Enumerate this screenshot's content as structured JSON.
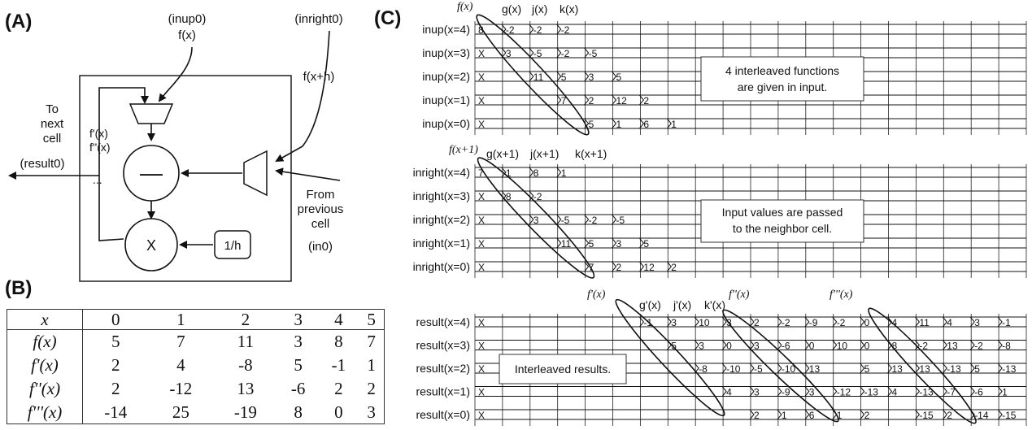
{
  "panel_labels": {
    "a": "(A)",
    "b": "(B)",
    "c": "(C)"
  },
  "cell_diagram": {
    "inup_port": "(inup0)",
    "inup_value": "f(x)",
    "inright_port": "(inright0)",
    "inright_value": "f(x+h)",
    "to_next": [
      "To",
      "next",
      "cell"
    ],
    "result_port": "(result0)",
    "derivatives": [
      "f'(x)",
      "f''(x)",
      "..."
    ],
    "subtract_symbol": "—",
    "multiply_symbol": "X",
    "step_box": "1/h",
    "from_prev": [
      "From",
      "previous",
      "cell"
    ],
    "in_port": "(in0)"
  },
  "table": {
    "header": [
      "x",
      "0",
      "1",
      "2",
      "3",
      "4",
      "5"
    ],
    "rows": [
      [
        "f(x)",
        "5",
        "7",
        "11",
        "3",
        "8",
        "7"
      ],
      [
        "f'(x)",
        "2",
        "4",
        "-8",
        "5",
        "-1",
        "1"
      ],
      [
        "f''(x)",
        "2",
        "-12",
        "13",
        "-6",
        "2",
        "2"
      ],
      [
        "f'''(x)",
        "-14",
        "25",
        "-19",
        "8",
        "0",
        "3"
      ]
    ]
  },
  "waveforms": {
    "inup": {
      "header": [
        "f(x)",
        "g(x)",
        "j(x)",
        "k(x)"
      ],
      "note": [
        "4 interleaved functions",
        "are given in input."
      ],
      "rows": [
        {
          "label": "inup(x=4)",
          "segs": [
            [
              "8",
              0
            ],
            [
              "-2",
              1
            ],
            [
              "-2",
              2
            ],
            [
              "-2",
              3
            ]
          ]
        },
        {
          "label": "inup(x=3)",
          "segs": [
            [
              "X",
              0
            ],
            [
              "3",
              1
            ],
            [
              "-5",
              2
            ],
            [
              "-2",
              3
            ],
            [
              "-5",
              4
            ]
          ]
        },
        {
          "label": "inup(x=2)",
          "segs": [
            [
              "X",
              0
            ],
            [
              "11",
              2
            ],
            [
              "5",
              3
            ],
            [
              "3",
              4
            ],
            [
              "5",
              5
            ]
          ]
        },
        {
          "label": "inup(x=1)",
          "segs": [
            [
              "X",
              0
            ],
            [
              "7",
              3
            ],
            [
              "2",
              4
            ],
            [
              "12",
              5
            ],
            [
              "2",
              6
            ]
          ]
        },
        {
          "label": "inup(x=0)",
          "segs": [
            [
              "X",
              0
            ],
            [
              "5",
              4
            ],
            [
              "1",
              5
            ],
            [
              "6",
              6
            ],
            [
              "1",
              7
            ]
          ]
        }
      ]
    },
    "inright": {
      "header": [
        "f(x+1)",
        "g(x+1)",
        "j(x+1)",
        "k(x+1)"
      ],
      "note": [
        "Input values are passed",
        "to the neighbor cell."
      ],
      "rows": [
        {
          "label": "inright(x=4)",
          "segs": [
            [
              "7",
              0
            ],
            [
              "1",
              1
            ],
            [
              "8",
              2
            ],
            [
              "1",
              3
            ]
          ]
        },
        {
          "label": "inright(x=3)",
          "segs": [
            [
              "X",
              0
            ],
            [
              "8",
              1
            ],
            [
              "-2",
              2
            ]
          ]
        },
        {
          "label": "inright(x=2)",
          "segs": [
            [
              "X",
              0
            ],
            [
              "3",
              2
            ],
            [
              "-5",
              3
            ],
            [
              "-2",
              4
            ],
            [
              "-5",
              5
            ]
          ]
        },
        {
          "label": "inright(x=1)",
          "segs": [
            [
              "X",
              0
            ],
            [
              "11",
              3
            ],
            [
              "5",
              4
            ],
            [
              "3",
              5
            ],
            [
              "5",
              6
            ]
          ]
        },
        {
          "label": "inright(x=0)",
          "segs": [
            [
              "X",
              0
            ],
            [
              "7",
              4
            ],
            [
              "2",
              5
            ],
            [
              "12",
              6
            ],
            [
              "2",
              7
            ]
          ]
        }
      ]
    },
    "result": {
      "header": [
        "f'(x)",
        "g'(x)",
        "j'(x)",
        "k'(x)",
        "f''(x)",
        "f'''(x)"
      ],
      "note": [
        "Interleaved results."
      ],
      "rows": [
        {
          "label": "result(x=4)",
          "segs": [
            [
              "X",
              0
            ],
            [
              "-1",
              6
            ],
            [
              "3",
              7
            ],
            [
              "10",
              8
            ],
            [
              "3",
              9
            ],
            [
              "2",
              10
            ],
            [
              "-2",
              11
            ],
            [
              "-9",
              12
            ],
            [
              "-2",
              13
            ],
            [
              "0",
              14
            ],
            [
              "4",
              15
            ],
            [
              "11",
              16
            ],
            [
              "4",
              17
            ],
            [
              "3",
              18
            ],
            [
              "-1",
              19
            ]
          ]
        },
        {
          "label": "result(x=3)",
          "segs": [
            [
              "X",
              0
            ],
            [
              "5",
              7
            ],
            [
              "3",
              8
            ],
            [
              "0",
              9
            ],
            [
              "3",
              10
            ],
            [
              "-6",
              11
            ],
            [
              "0",
              12
            ],
            [
              "10",
              13
            ],
            [
              "0",
              14
            ],
            [
              "8",
              15
            ],
            [
              "-2",
              16
            ],
            [
              "13",
              17
            ],
            [
              "-2",
              18
            ],
            [
              "-8",
              19
            ]
          ]
        },
        {
          "label": "result(x=2)",
          "segs": [
            [
              "X",
              0
            ],
            [
              "-8",
              8
            ],
            [
              "-10",
              9
            ],
            [
              "-5",
              10
            ],
            [
              "-10",
              11
            ],
            [
              "13",
              12
            ],
            [
              "5",
              14
            ],
            [
              "13",
              15
            ],
            [
              "13",
              16
            ],
            [
              "-13",
              17
            ],
            [
              "5",
              18
            ],
            [
              "-13",
              19
            ]
          ]
        },
        {
          "label": "result(x=1)",
          "segs": [
            [
              "X",
              0
            ],
            [
              "4",
              9
            ],
            [
              "3",
              10
            ],
            [
              "-9",
              11
            ],
            [
              "3",
              12
            ],
            [
              "-12",
              13
            ],
            [
              "-13",
              14
            ],
            [
              "4",
              15
            ],
            [
              "-13",
              16
            ],
            [
              "-7",
              17
            ],
            [
              "-6",
              18
            ],
            [
              "1",
              19
            ]
          ]
        },
        {
          "label": "result(x=0)",
          "segs": [
            [
              "X",
              0
            ],
            [
              "2",
              10
            ],
            [
              "1",
              11
            ],
            [
              "6",
              12
            ],
            [
              "1",
              13
            ],
            [
              "2",
              14
            ],
            [
              "-15",
              16
            ],
            [
              "2",
              17
            ],
            [
              "-14",
              18
            ],
            [
              "-15",
              19
            ]
          ]
        }
      ]
    }
  }
}
